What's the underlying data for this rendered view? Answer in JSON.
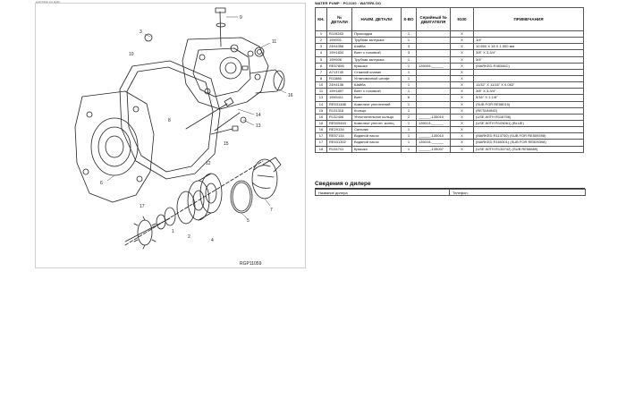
{
  "document": {
    "caption": "WATER PUMP",
    "heading": "WATER PUMP · PC2100 · WATERLOO"
  },
  "diagram": {
    "callouts": [
      "9",
      "3",
      "11",
      "10",
      "16",
      "14",
      "13",
      "8",
      "15",
      "6",
      "17",
      "7",
      "5",
      "4",
      "2",
      "1",
      "12"
    ],
    "code": "RGP11059"
  },
  "parts_table": {
    "headers": [
      "КН.",
      "№ ДЕТАЛИ",
      "НАИМ. ДЕТАЛИ",
      "К-ВО",
      "Серийный № ДВИГАТЕЛЯ",
      "9100",
      "ПРИМЕЧАНИЯ"
    ],
    "rows": [
      [
        "1",
        "R119283",
        "Прокладка",
        "1",
        "",
        "X",
        ""
      ],
      [
        "2",
        "19H501",
        "Трубная заглушка",
        "1",
        "",
        "X",
        "1/4\""
      ],
      [
        "3",
        "24H4356",
        "Шайба",
        "3",
        "",
        "X",
        "10.500 X 18 X 1.900 мм"
      ],
      [
        "4",
        "19H1834",
        "Винт с головкой",
        "3",
        "",
        "X",
        "3/8\" X 3-3/4\""
      ],
      [
        "5",
        "19H506",
        "Трубная заглушка",
        "1",
        "",
        "X",
        "3/4\""
      ],
      [
        "6",
        "RE57856",
        "Крышка",
        "1",
        "135009-______",
        "X",
        "(MARKED R38346C)"
      ],
      [
        "7",
        "A713740",
        "Стяжной клапан",
        "1",
        "",
        "X",
        ""
      ],
      [
        "8",
        "R11886",
        "Установочный штифт",
        "1",
        "",
        "X",
        ""
      ],
      [
        "10",
        "24H4136",
        "Шайба",
        "1",
        "",
        "X",
        "11/32\" X 11/16\" X 0.083\""
      ],
      [
        "11",
        "19H1897",
        "Винт с головкой",
        "1",
        "",
        "X",
        "3/8\" X 3-3/4\""
      ],
      [
        "13",
        "19H5411",
        "Винт",
        "6",
        "",
        "X",
        "5/16\" X 1-1/8\""
      ],
      [
        "14",
        "RE531488",
        "Комплект уплотнений",
        "1",
        "",
        "X",
        "(SUB FOR RE58019)"
      ],
      [
        "15",
        "R131316",
        "Кольцо",
        "1",
        "",
        "X",
        "(RETAINING)"
      ],
      [
        "16",
        "R132406",
        "Уплотнительное кольцо",
        "2",
        "______-135010",
        "X",
        "(USE WITH R116756)"
      ],
      [
        "16",
        "RE509463",
        "Комплект уплотн. колец",
        "1",
        "135013-______",
        "X",
        "(USE WITH R105061) (BLUE)"
      ],
      [
        "16",
        "RE29134",
        "Сальник",
        "1",
        "",
        "X",
        ""
      ],
      [
        "17",
        "RE57134",
        "Водяной насос",
        "1",
        "______-135010",
        "X",
        "(MARKED R113730) (SUB FOR RE509398)"
      ],
      [
        "17",
        "RE531302",
        "Водяной насос",
        "1",
        "135015-______",
        "X",
        "(MARKED R165301) (SUB FOR RE509398)"
      ],
      [
        "18",
        "R134741",
        "Крышка",
        "1",
        "______-135007",
        "X",
        "(USE WITH R134742) (SUB RE58889)"
      ]
    ]
  },
  "dealer": {
    "title": "Сведения о дилере",
    "name_label": "Название дилера",
    "phone_label": "Телефон:"
  }
}
